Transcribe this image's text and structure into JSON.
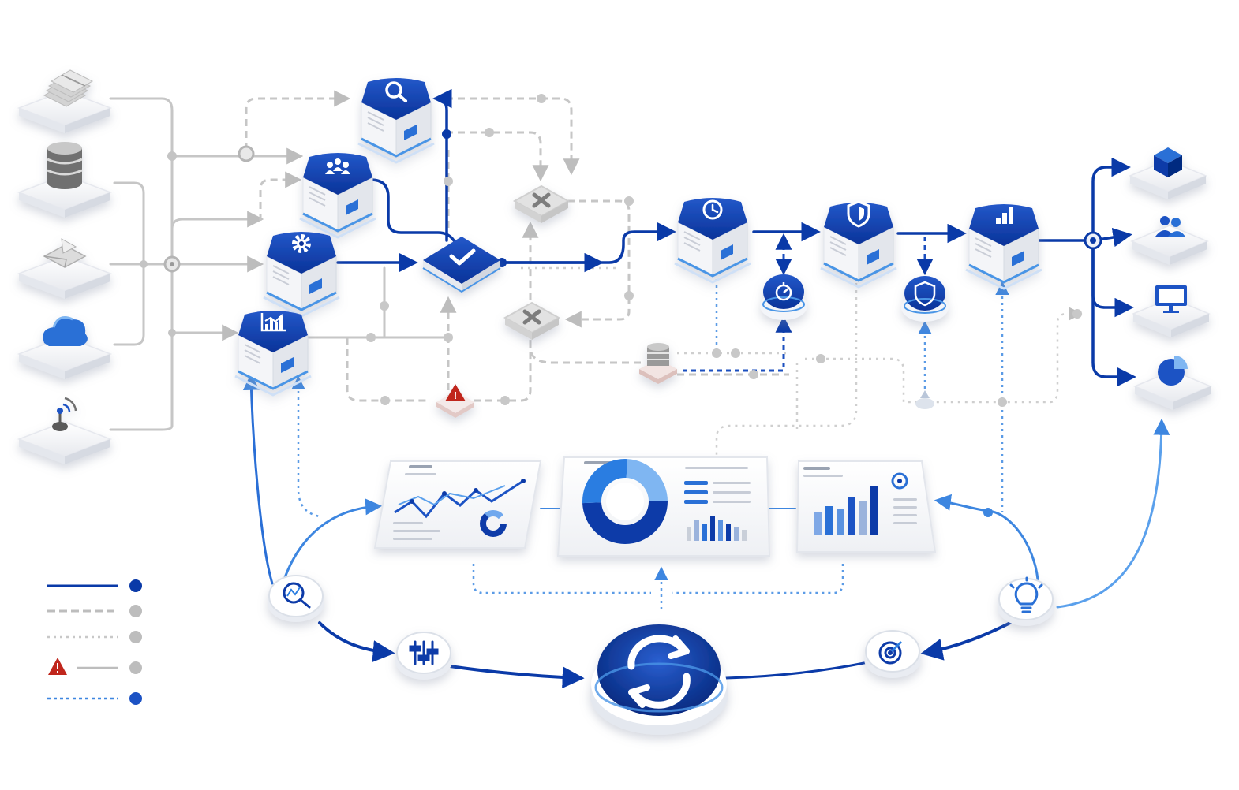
{
  "colors": {
    "primary": "#0a3aa8",
    "primary_dark": "#062a80",
    "accent": "#2a7de1",
    "light_blue": "#4a95e6",
    "gray_line": "#c4c4c4",
    "gray_node": "#b9b9b9",
    "alert_red": "#c0261c",
    "platform": "#f3f4f7"
  },
  "sources": [
    {
      "icon": "documents-icon"
    },
    {
      "icon": "database-icon"
    },
    {
      "icon": "envelope-icon"
    },
    {
      "icon": "cloud-icon"
    },
    {
      "icon": "sensor-icon"
    }
  ],
  "process_nodes": [
    {
      "icon": "search-icon"
    },
    {
      "icon": "team-icon"
    },
    {
      "icon": "gear-icon"
    },
    {
      "icon": "bar-chart-icon"
    },
    {
      "icon": "checkmark-icon"
    },
    {
      "icon": "clock-icon"
    },
    {
      "icon": "shield-icon"
    },
    {
      "icon": "rising-bars-icon"
    }
  ],
  "reject_nodes": [
    {
      "icon": "x-icon"
    },
    {
      "icon": "x-icon"
    }
  ],
  "alert_node": {
    "icon": "warning-icon",
    "glyph": "!"
  },
  "outputs": [
    {
      "icon": "cube-icon"
    },
    {
      "icon": "users-icon"
    },
    {
      "icon": "monitor-icon"
    },
    {
      "icon": "pie-chart-icon"
    }
  ],
  "dashboards": [
    {
      "icon": "line-chart-panel-icon"
    },
    {
      "icon": "donut-chart-panel-icon"
    },
    {
      "icon": "bar-chart-panel-icon"
    }
  ],
  "feedback_loop": [
    {
      "icon": "trend-search-icon"
    },
    {
      "icon": "sliders-icon"
    },
    {
      "icon": "refresh-cycle-icon"
    },
    {
      "icon": "target-icon"
    },
    {
      "icon": "lightbulb-icon"
    }
  ],
  "legend": [
    {
      "style": "solid-blue"
    },
    {
      "style": "dashed-gray"
    },
    {
      "style": "dotted-gray"
    },
    {
      "style": "alert-gray",
      "icon": "warning-icon"
    },
    {
      "style": "dotted-blue"
    }
  ]
}
